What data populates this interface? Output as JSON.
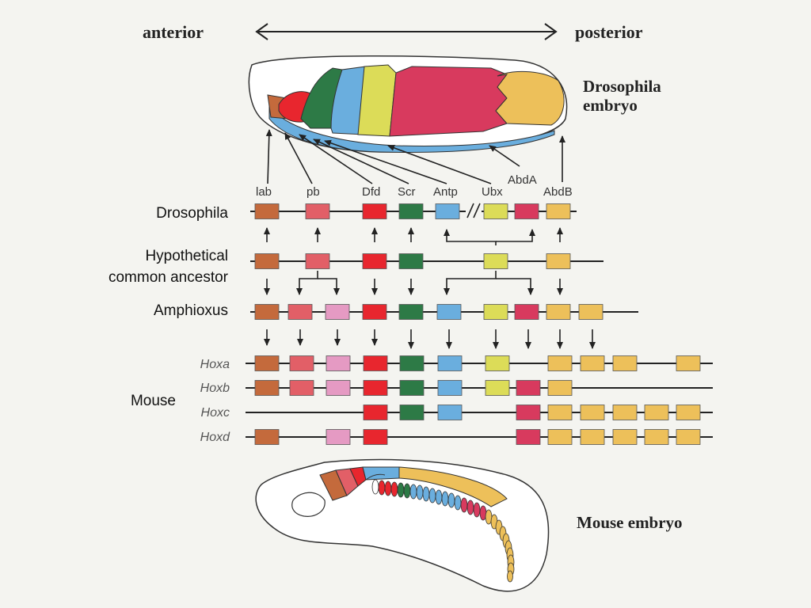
{
  "header": {
    "anterior": "anterior",
    "posterior": "posterior"
  },
  "drosophila_embryo": {
    "label_line1": "Drosophila",
    "label_line2": "embryo"
  },
  "mouse_embryo": {
    "label": "Mouse embryo"
  },
  "gene_names": {
    "lab": "lab",
    "pb": "pb",
    "dfd": "Dfd",
    "scr": "Scr",
    "antp": "Antp",
    "ubx": "Ubx",
    "abda": "AbdA",
    "abdb": "AbdB"
  },
  "rows": {
    "drosophila": "Drosophila",
    "ancestor_line1": "Hypothetical",
    "ancestor_line2": "common ancestor",
    "amphioxus": "Amphioxus",
    "mouse": "Mouse",
    "hoxa": "Hoxa",
    "hoxb": "Hoxb",
    "hoxc": "Hoxc",
    "hoxd": "Hoxd"
  },
  "colors": {
    "lab": "#c46a3c",
    "pb": "#e25f67",
    "pink": "#e59ac3",
    "dfd": "#e8262e",
    "scr": "#2d7a46",
    "antp": "#6aaede",
    "ubx": "#dcdc58",
    "abda": "#d83a5e",
    "abdb": "#edc05a"
  }
}
